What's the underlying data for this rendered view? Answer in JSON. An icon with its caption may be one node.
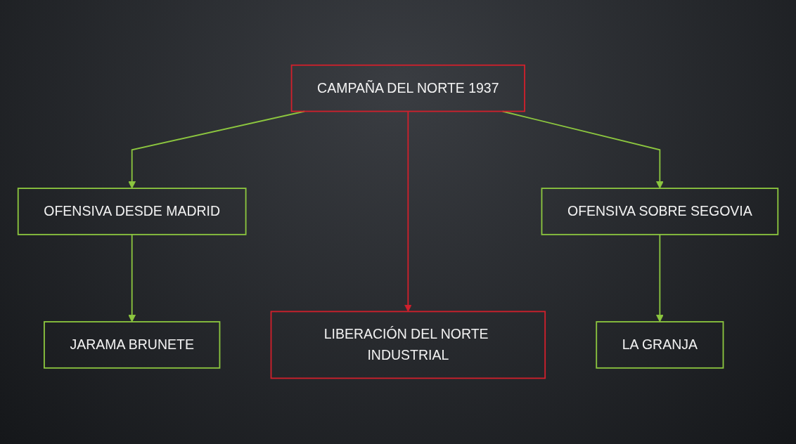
{
  "diagram": {
    "nodes": [
      {
        "text": [
          "CAMPAÑA DEL NORTE 1937"
        ]
      },
      {
        "text": [
          "OFENSIVA DESDE MADRID"
        ]
      },
      {
        "text": [
          "OFENSIVA SOBRE SEGOVIA"
        ]
      },
      {
        "text": [
          "JARAMA BRUNETE"
        ]
      },
      {
        "text": [
          "LIBERACIÓN DEL NORTE INDUSTRIAL"
        ]
      },
      {
        "text": [
          "LA GRANJA"
        ]
      }
    ],
    "edges": [
      {
        "from": 0,
        "to": 1,
        "arrow": "to"
      },
      {
        "from": 0,
        "to": 4,
        "arrow": "to",
        "color": "#d0202c"
      },
      {
        "from": 0,
        "to": 2,
        "arrow": "to"
      },
      {
        "from": 1,
        "to": 3,
        "arrow": "to"
      },
      {
        "from": 2,
        "to": 5,
        "arrow": "to"
      }
    ]
  }
}
